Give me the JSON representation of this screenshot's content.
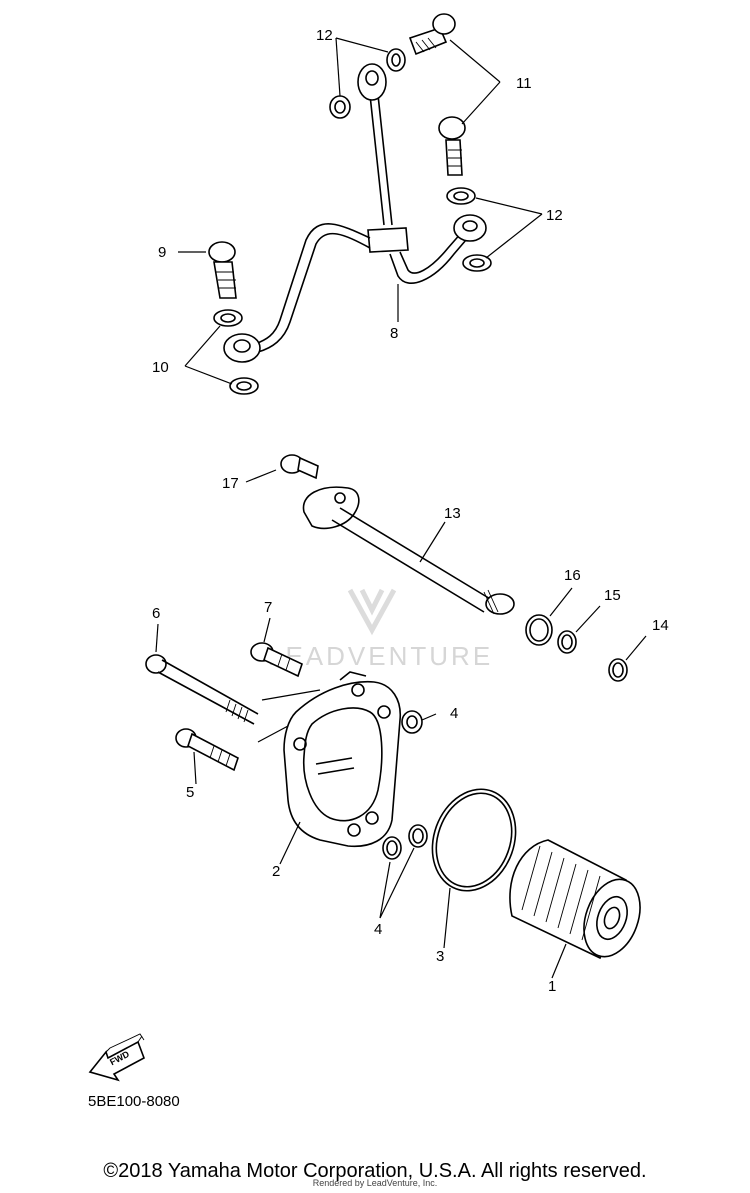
{
  "diagram": {
    "callouts": [
      {
        "id": "c1",
        "label": "1"
      },
      {
        "id": "c2",
        "label": "2"
      },
      {
        "id": "c3",
        "label": "3"
      },
      {
        "id": "c4a",
        "label": "4"
      },
      {
        "id": "c4b",
        "label": "4"
      },
      {
        "id": "c5",
        "label": "5"
      },
      {
        "id": "c6",
        "label": "6"
      },
      {
        "id": "c7",
        "label": "7"
      },
      {
        "id": "c8",
        "label": "8"
      },
      {
        "id": "c9",
        "label": "9"
      },
      {
        "id": "c10",
        "label": "10"
      },
      {
        "id": "c11",
        "label": "11"
      },
      {
        "id": "c12a",
        "label": "12"
      },
      {
        "id": "c12b",
        "label": "12"
      },
      {
        "id": "c13",
        "label": "13"
      },
      {
        "id": "c14",
        "label": "14"
      },
      {
        "id": "c15",
        "label": "15"
      },
      {
        "id": "c16",
        "label": "16"
      },
      {
        "id": "c17",
        "label": "17"
      }
    ],
    "fwd_label": "FWD",
    "diagram_code": "5BE100-8080",
    "watermark_text": "LEADVENTURE"
  },
  "footer": {
    "copyright": "©2018 Yamaha Motor Corporation, U.S.A. All rights reserved.",
    "rendered_by": "Rendered by LeadVenture, Inc."
  }
}
